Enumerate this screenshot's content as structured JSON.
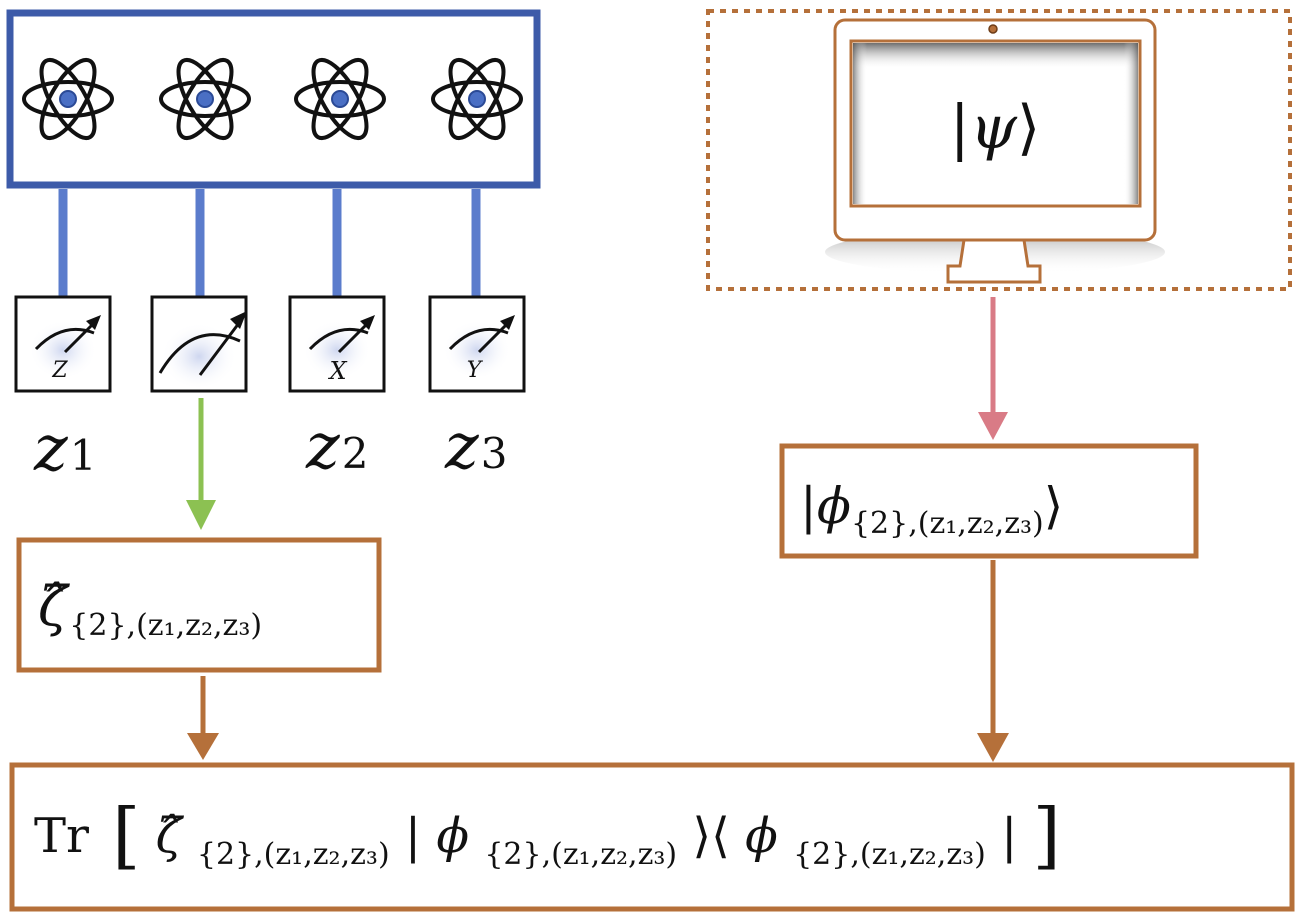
{
  "colors": {
    "atom_box": "#3d5ba9",
    "atom_wire": "#5b7ccc",
    "nucleus": "#4a6fc4",
    "green_arrow": "#8cc152",
    "brown": "#b5703a",
    "pink_arrow": "#d97b86",
    "ink": "#111111"
  },
  "qubits": [
    {
      "meter_label": "Z",
      "outcome": {
        "main": "z",
        "sub": "1"
      }
    },
    {
      "meter_label": "",
      "outcome": {
        "main": "",
        "sub": ""
      }
    },
    {
      "meter_label": "X",
      "outcome": {
        "main": "z",
        "sub": "2"
      }
    },
    {
      "meter_label": "Y",
      "outcome": {
        "main": "z",
        "sub": "3"
      }
    }
  ],
  "computer": {
    "state_symbol": "ψ"
  },
  "estimator": {
    "symbol": "ζ̂",
    "subscript": "{2},(z₁,z₂,z₃)"
  },
  "phi_box": {
    "symbol": "ϕ",
    "subscript": "{2},(z₁,z₂,z₃)"
  },
  "trace": {
    "operator": "Tr",
    "zeta_symbol": "ζ̂",
    "phi_symbol": "ϕ",
    "subscript": "{2},(z₁,z₂,z₃)"
  }
}
